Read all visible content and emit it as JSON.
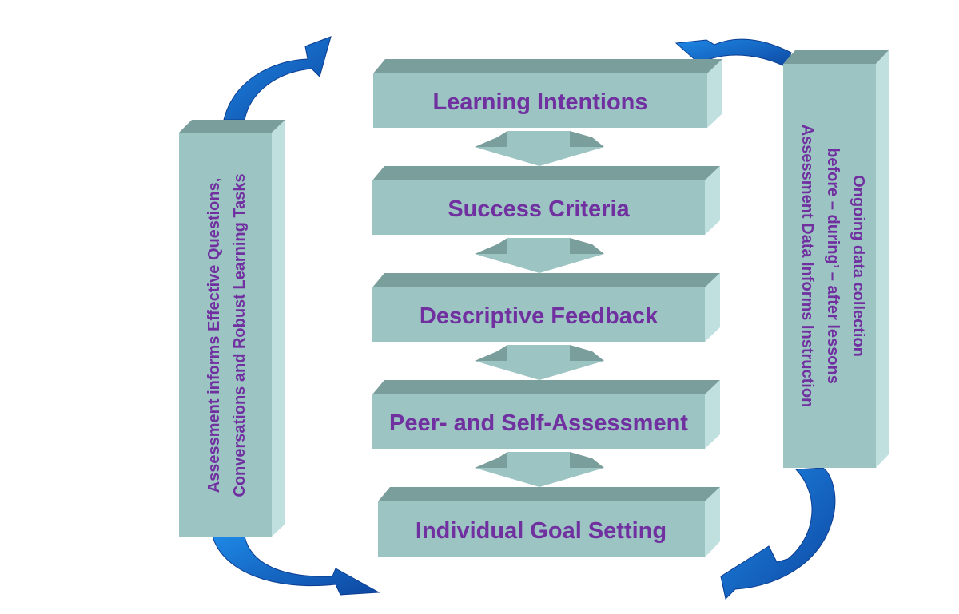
{
  "steps": [
    {
      "label": "Learning Intentions"
    },
    {
      "label": "Success Criteria"
    },
    {
      "label": "Descriptive Feedback"
    },
    {
      "label": "Peer- and Self-Assessment"
    },
    {
      "label": "Individual Goal Setting"
    }
  ],
  "left_panel": {
    "line1": "Assessment informs Effective Questions,",
    "line2": "Conversations and Robust Learning Tasks"
  },
  "right_panel": {
    "line1": "Ongoing data collection",
    "line2": "before – during’ – after lessons",
    "line3": "Assessment Data Informs Instruction"
  },
  "colors": {
    "box_front": "#9cc4c2",
    "box_top": "#7a9e9c",
    "box_side": "#bfe0de",
    "text": "#7030a0",
    "cycle_arrow": "#1565c0"
  }
}
